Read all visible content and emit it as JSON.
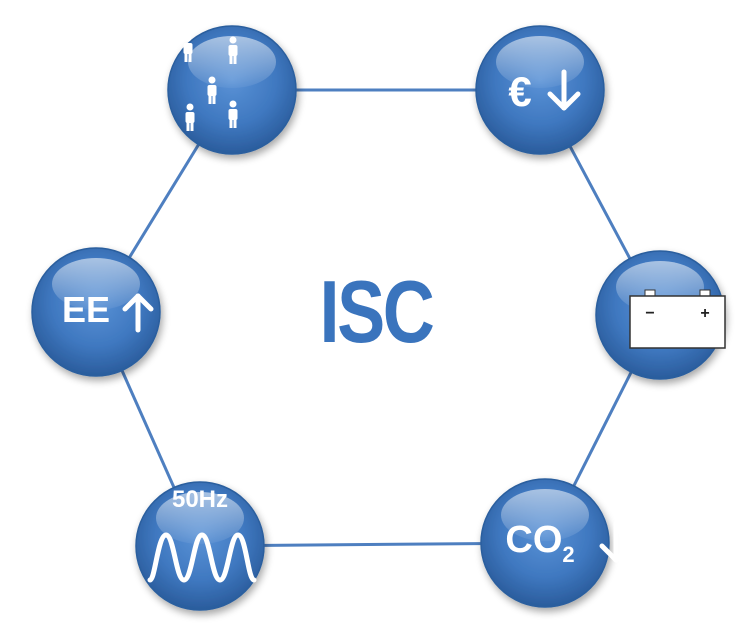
{
  "center": {
    "label": "ISC"
  },
  "nodes": [
    {
      "id": "population",
      "icon": "people-icon"
    },
    {
      "id": "cost",
      "label": "€",
      "arrow": "down-arrow-icon"
    },
    {
      "id": "storage",
      "icon": "battery-icon",
      "terminals": [
        "−",
        "+"
      ]
    },
    {
      "id": "emissions",
      "label": "CO",
      "subscript": "2",
      "arrow": "down-arrow-icon"
    },
    {
      "id": "frequency",
      "label": "50Hz",
      "icon": "sine-wave-icon"
    },
    {
      "id": "efficiency",
      "label": "EE",
      "arrow": "up-arrow-icon"
    }
  ],
  "colors": {
    "node_fill": "#3f78c0",
    "node_edge": "#2c5e9e",
    "connector": "#4e7fc0",
    "title": "#3a74bd",
    "glyph": "#ffffff"
  }
}
